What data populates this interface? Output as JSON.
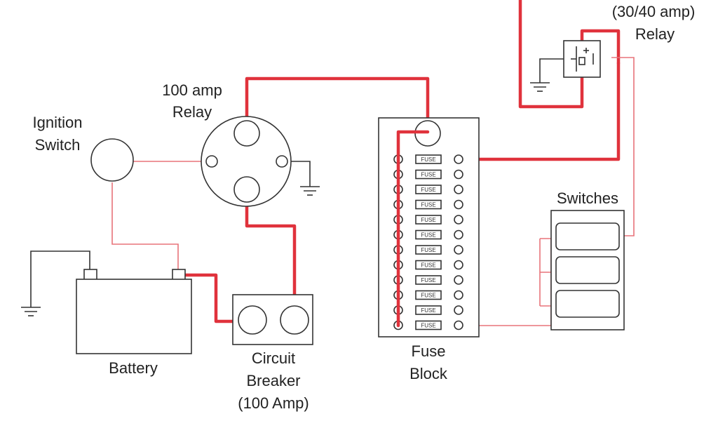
{
  "colors": {
    "thick_wire": "#e0323c",
    "thin_wire": "#e8737a",
    "outline": "#333333"
  },
  "labels": {
    "relay_small_line1": "(30/40 amp)",
    "relay_small_line2": "Relay",
    "relay_100_line1": "100 amp",
    "relay_100_line2": "Relay",
    "ignition_line1": "Ignition",
    "ignition_line2": "Switch",
    "switches": "Switches",
    "battery": "Battery",
    "breaker_line1": "Circuit",
    "breaker_line2": "Breaker",
    "breaker_line3": "(100 Amp)",
    "fuse_block_line1": "Fuse",
    "fuse_block_line2": "Block"
  },
  "fuses": [
    "FUSE",
    "FUSE",
    "FUSE",
    "FUSE",
    "FUSE",
    "FUSE",
    "FUSE",
    "FUSE",
    "FUSE",
    "FUSE",
    "FUSE",
    "FUSE"
  ],
  "switch_count": 3
}
